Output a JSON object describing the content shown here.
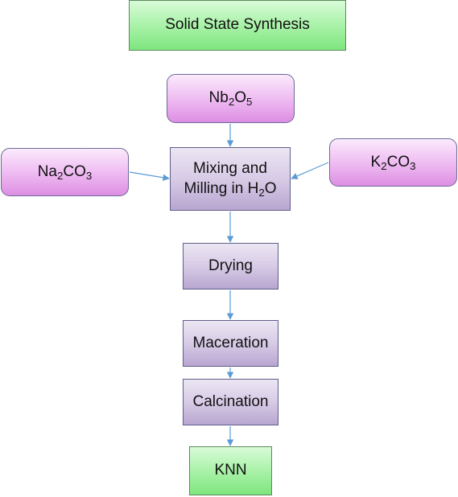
{
  "title": "Solid State Synthesis",
  "reagents": {
    "nb2o5": {
      "base": "Nb",
      "sub1": "2",
      "mid": "O",
      "sub2": "5"
    },
    "na2co3": {
      "base": "Na",
      "sub1": "2",
      "mid": "CO",
      "sub2": "3"
    },
    "k2co3": {
      "base": "K",
      "sub1": "2",
      "mid": "CO",
      "sub2": "3"
    }
  },
  "steps": {
    "mixing": {
      "line1": "Mixing and",
      "line2_pre": "Milling in H",
      "line2_sub": "2",
      "line2_post": "O"
    },
    "drying": "Drying",
    "maceration": "Maceration",
    "calcination": "Calcination"
  },
  "product": "KNN",
  "colors": {
    "green_box": "#aef3ad",
    "pink_box": "#efbdf2",
    "lavender_box": "#d7cbe6",
    "arrow": "#5b9bd5"
  }
}
